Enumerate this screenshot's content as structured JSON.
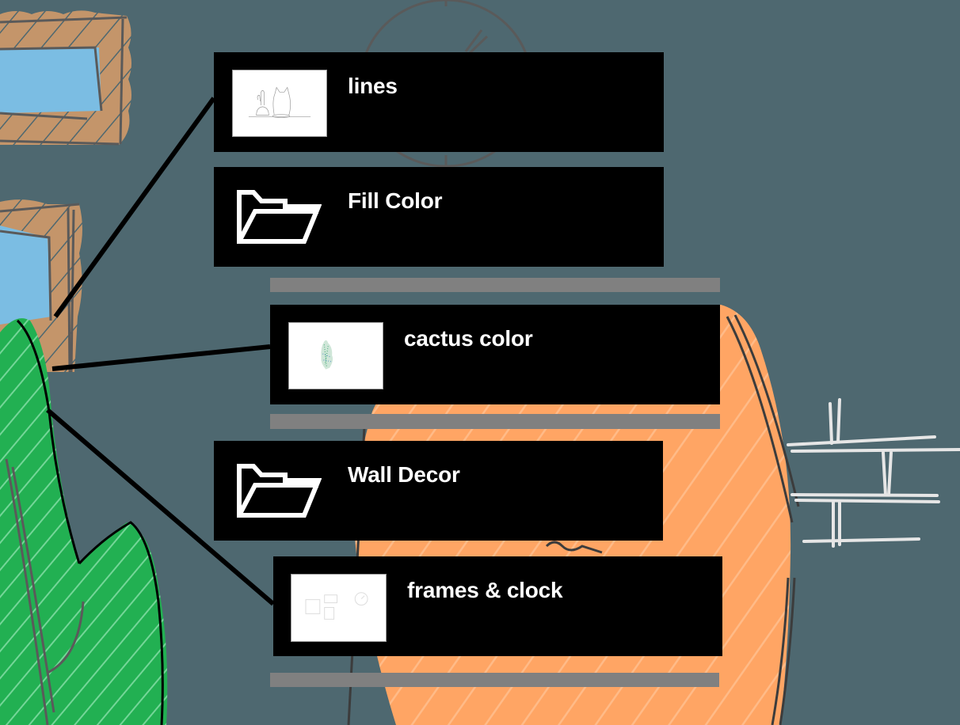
{
  "canvas": {
    "background_color": "#4e6870",
    "scene_elements": [
      "picture-frame-top",
      "picture-frame-middle",
      "cactus",
      "wall-clock",
      "cat",
      "brick-wall"
    ],
    "colors": {
      "frame_brown": "#c4956a",
      "frame_glass": "#7bbde3",
      "cactus_green": "#22b052",
      "cat_orange": "#ffa564",
      "stroke_gray": "#555555",
      "brick_white": "#e6e6e6"
    }
  },
  "layers_panel": {
    "panel_color": "#000000",
    "drop_indicator_color": "#808080",
    "items": [
      {
        "id": "lines",
        "label": "lines",
        "type": "layer",
        "thumbnail": "cactus-and-cat-line-art"
      },
      {
        "id": "fill-color",
        "label": "Fill Color",
        "type": "group",
        "icon": "folder-open-icon"
      },
      {
        "id": "cactus-color",
        "label": "cactus color",
        "type": "layer",
        "thumbnail": "green-cactus-fill"
      },
      {
        "id": "wall-decor",
        "label": "Wall Decor",
        "type": "group",
        "icon": "folder-open-icon"
      },
      {
        "id": "frames-clock",
        "label": "frames & clock",
        "type": "layer",
        "thumbnail": "frames-and-clock-sketch"
      }
    ],
    "drop_indicators": 3
  }
}
